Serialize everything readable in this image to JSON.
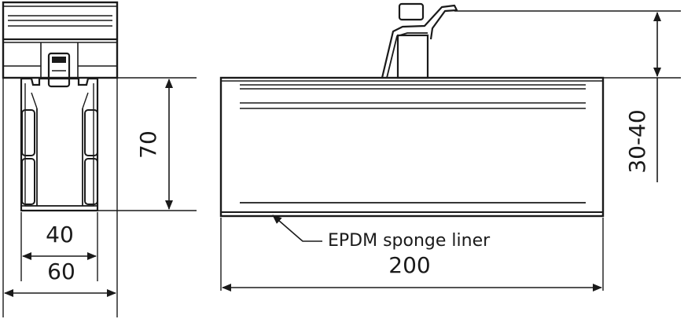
{
  "dimensions": {
    "height_side": "70",
    "inner_width": "40",
    "outer_width": "60",
    "length": "200",
    "clamp_range": "30-40"
  },
  "annotations": {
    "liner": "EPDM sponge liner"
  }
}
